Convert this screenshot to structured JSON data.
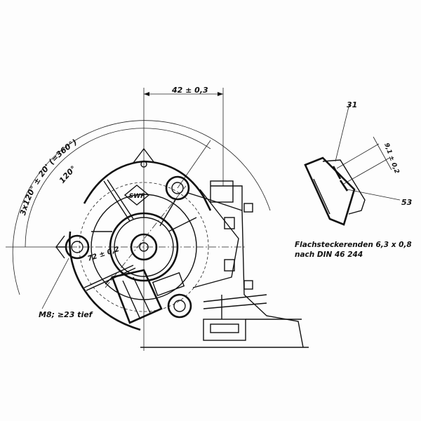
{
  "dimensions": {
    "center_distance": "42 ± 0,3",
    "angle_total": "3x120° ± 20' (=360°)",
    "angle_single": "120°",
    "bolt_radius": "72 ± 0,2",
    "terminal_spacing": "9,1 ± 0,2"
  },
  "labels": {
    "brand": "SWF",
    "thread": "M8; ≥23 tief",
    "terminal_31": "31",
    "terminal_53": "53",
    "note_line1": "Flachsteckerenden  6,3 x 0,8",
    "note_line2": "nach DIN 46 244"
  }
}
